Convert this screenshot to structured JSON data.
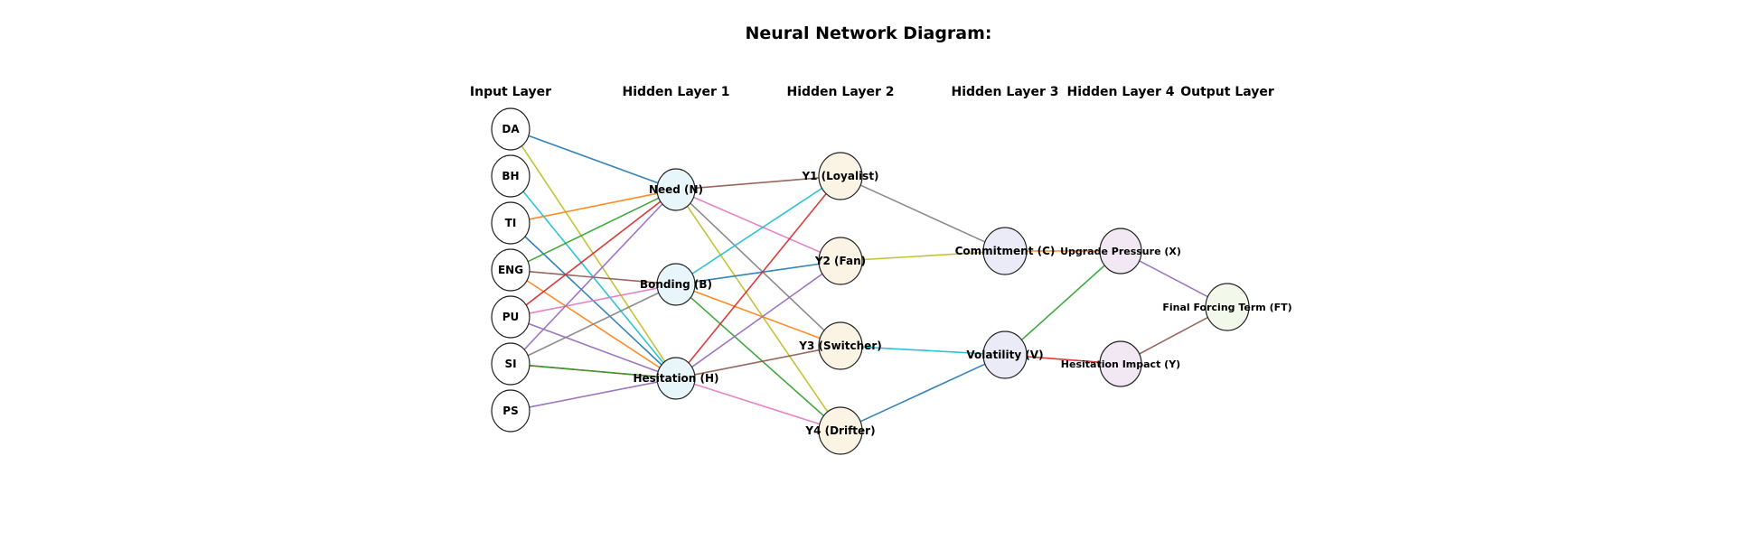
{
  "title": "Neural Network Diagram:",
  "layers": [
    "Input Layer",
    "Hidden Layer 1",
    "Hidden Layer 2",
    "Hidden Layer 3",
    "Hidden Layer 4",
    "Output Layer"
  ],
  "nodes": {
    "DA": {
      "label": "DA",
      "layer": 0,
      "fill": "#ffffff"
    },
    "BH": {
      "label": "BH",
      "layer": 0,
      "fill": "#ffffff"
    },
    "TI": {
      "label": "TI",
      "layer": 0,
      "fill": "#ffffff"
    },
    "ENG": {
      "label": "ENG",
      "layer": 0,
      "fill": "#ffffff"
    },
    "PU": {
      "label": "PU",
      "layer": 0,
      "fill": "#ffffff"
    },
    "SI": {
      "label": "SI",
      "layer": 0,
      "fill": "#ffffff"
    },
    "PS": {
      "label": "PS",
      "layer": 0,
      "fill": "#ffffff"
    },
    "N": {
      "label": "Need (N)",
      "layer": 1,
      "fill": "#e8f6fb"
    },
    "B": {
      "label": "Bonding (B)",
      "layer": 1,
      "fill": "#e8f6fb"
    },
    "H": {
      "label": "Hesitation (H)",
      "layer": 1,
      "fill": "#e8f6fb"
    },
    "Y1": {
      "label": "Y1 (Loyalist)",
      "layer": 2,
      "fill": "#fbf3e3"
    },
    "Y2": {
      "label": "Y2 (Fan)",
      "layer": 2,
      "fill": "#fbf3e3"
    },
    "Y3": {
      "label": "Y3 (Switcher)",
      "layer": 2,
      "fill": "#fbf3e3"
    },
    "Y4": {
      "label": "Y4 (Drifter)",
      "layer": 2,
      "fill": "#fbf3e3"
    },
    "C": {
      "label": "Commitment (C)",
      "layer": 3,
      "fill": "#ebebf7"
    },
    "V": {
      "label": "Volatility (V)",
      "layer": 3,
      "fill": "#ebebf7"
    },
    "X": {
      "label": "Upgrade Pressure (X)",
      "layer": 4,
      "fill": "#f2e8f3"
    },
    "Y": {
      "label": "Hesitation Impact (Y)",
      "layer": 4,
      "fill": "#f2e8f3"
    },
    "FT": {
      "label": "Final Forcing Term (FT)",
      "layer": 5,
      "fill": "#f2f8ea"
    }
  },
  "edges": [
    {
      "from": "DA",
      "to": "N",
      "color": "#1f77b4"
    },
    {
      "from": "DA",
      "to": "H",
      "color": "#bcbd22"
    },
    {
      "from": "BH",
      "to": "H",
      "color": "#17becf"
    },
    {
      "from": "TI",
      "to": "N",
      "color": "#ff7f0e"
    },
    {
      "from": "TI",
      "to": "H",
      "color": "#1f77b4"
    },
    {
      "from": "ENG",
      "to": "N",
      "color": "#2ca02c"
    },
    {
      "from": "ENG",
      "to": "B",
      "color": "#8c564b"
    },
    {
      "from": "ENG",
      "to": "H",
      "color": "#ff7f0e"
    },
    {
      "from": "PU",
      "to": "N",
      "color": "#d62728"
    },
    {
      "from": "PU",
      "to": "B",
      "color": "#e377c2"
    },
    {
      "from": "PU",
      "to": "H",
      "color": "#9467bd"
    },
    {
      "from": "SI",
      "to": "N",
      "color": "#9467bd"
    },
    {
      "from": "SI",
      "to": "B",
      "color": "#7f7f7f"
    },
    {
      "from": "SI",
      "to": "H",
      "color": "#d62728"
    },
    {
      "from": "SI",
      "to": "H",
      "color": "#2ca02c"
    },
    {
      "from": "PS",
      "to": "H",
      "color": "#9467bd"
    },
    {
      "from": "N",
      "to": "Y1",
      "color": "#8c564b"
    },
    {
      "from": "N",
      "to": "Y2",
      "color": "#e377c2"
    },
    {
      "from": "N",
      "to": "Y3",
      "color": "#7f7f7f"
    },
    {
      "from": "N",
      "to": "Y4",
      "color": "#bcbd22"
    },
    {
      "from": "B",
      "to": "Y1",
      "color": "#17becf"
    },
    {
      "from": "B",
      "to": "Y2",
      "color": "#1f77b4"
    },
    {
      "from": "B",
      "to": "Y3",
      "color": "#ff7f0e"
    },
    {
      "from": "B",
      "to": "Y4",
      "color": "#2ca02c"
    },
    {
      "from": "H",
      "to": "Y1",
      "color": "#d62728"
    },
    {
      "from": "H",
      "to": "Y2",
      "color": "#9467bd"
    },
    {
      "from": "H",
      "to": "Y3",
      "color": "#8c564b"
    },
    {
      "from": "H",
      "to": "Y4",
      "color": "#e377c2"
    },
    {
      "from": "Y1",
      "to": "C",
      "color": "#7f7f7f"
    },
    {
      "from": "Y2",
      "to": "C",
      "color": "#bcbd22"
    },
    {
      "from": "Y3",
      "to": "V",
      "color": "#17becf"
    },
    {
      "from": "Y4",
      "to": "V",
      "color": "#1f77b4"
    },
    {
      "from": "C",
      "to": "X",
      "color": "#ff7f0e"
    },
    {
      "from": "V",
      "to": "X",
      "color": "#2ca02c"
    },
    {
      "from": "V",
      "to": "Y",
      "color": "#d62728"
    },
    {
      "from": "X",
      "to": "FT",
      "color": "#9467bd"
    },
    {
      "from": "Y",
      "to": "FT",
      "color": "#8c564b"
    }
  ]
}
